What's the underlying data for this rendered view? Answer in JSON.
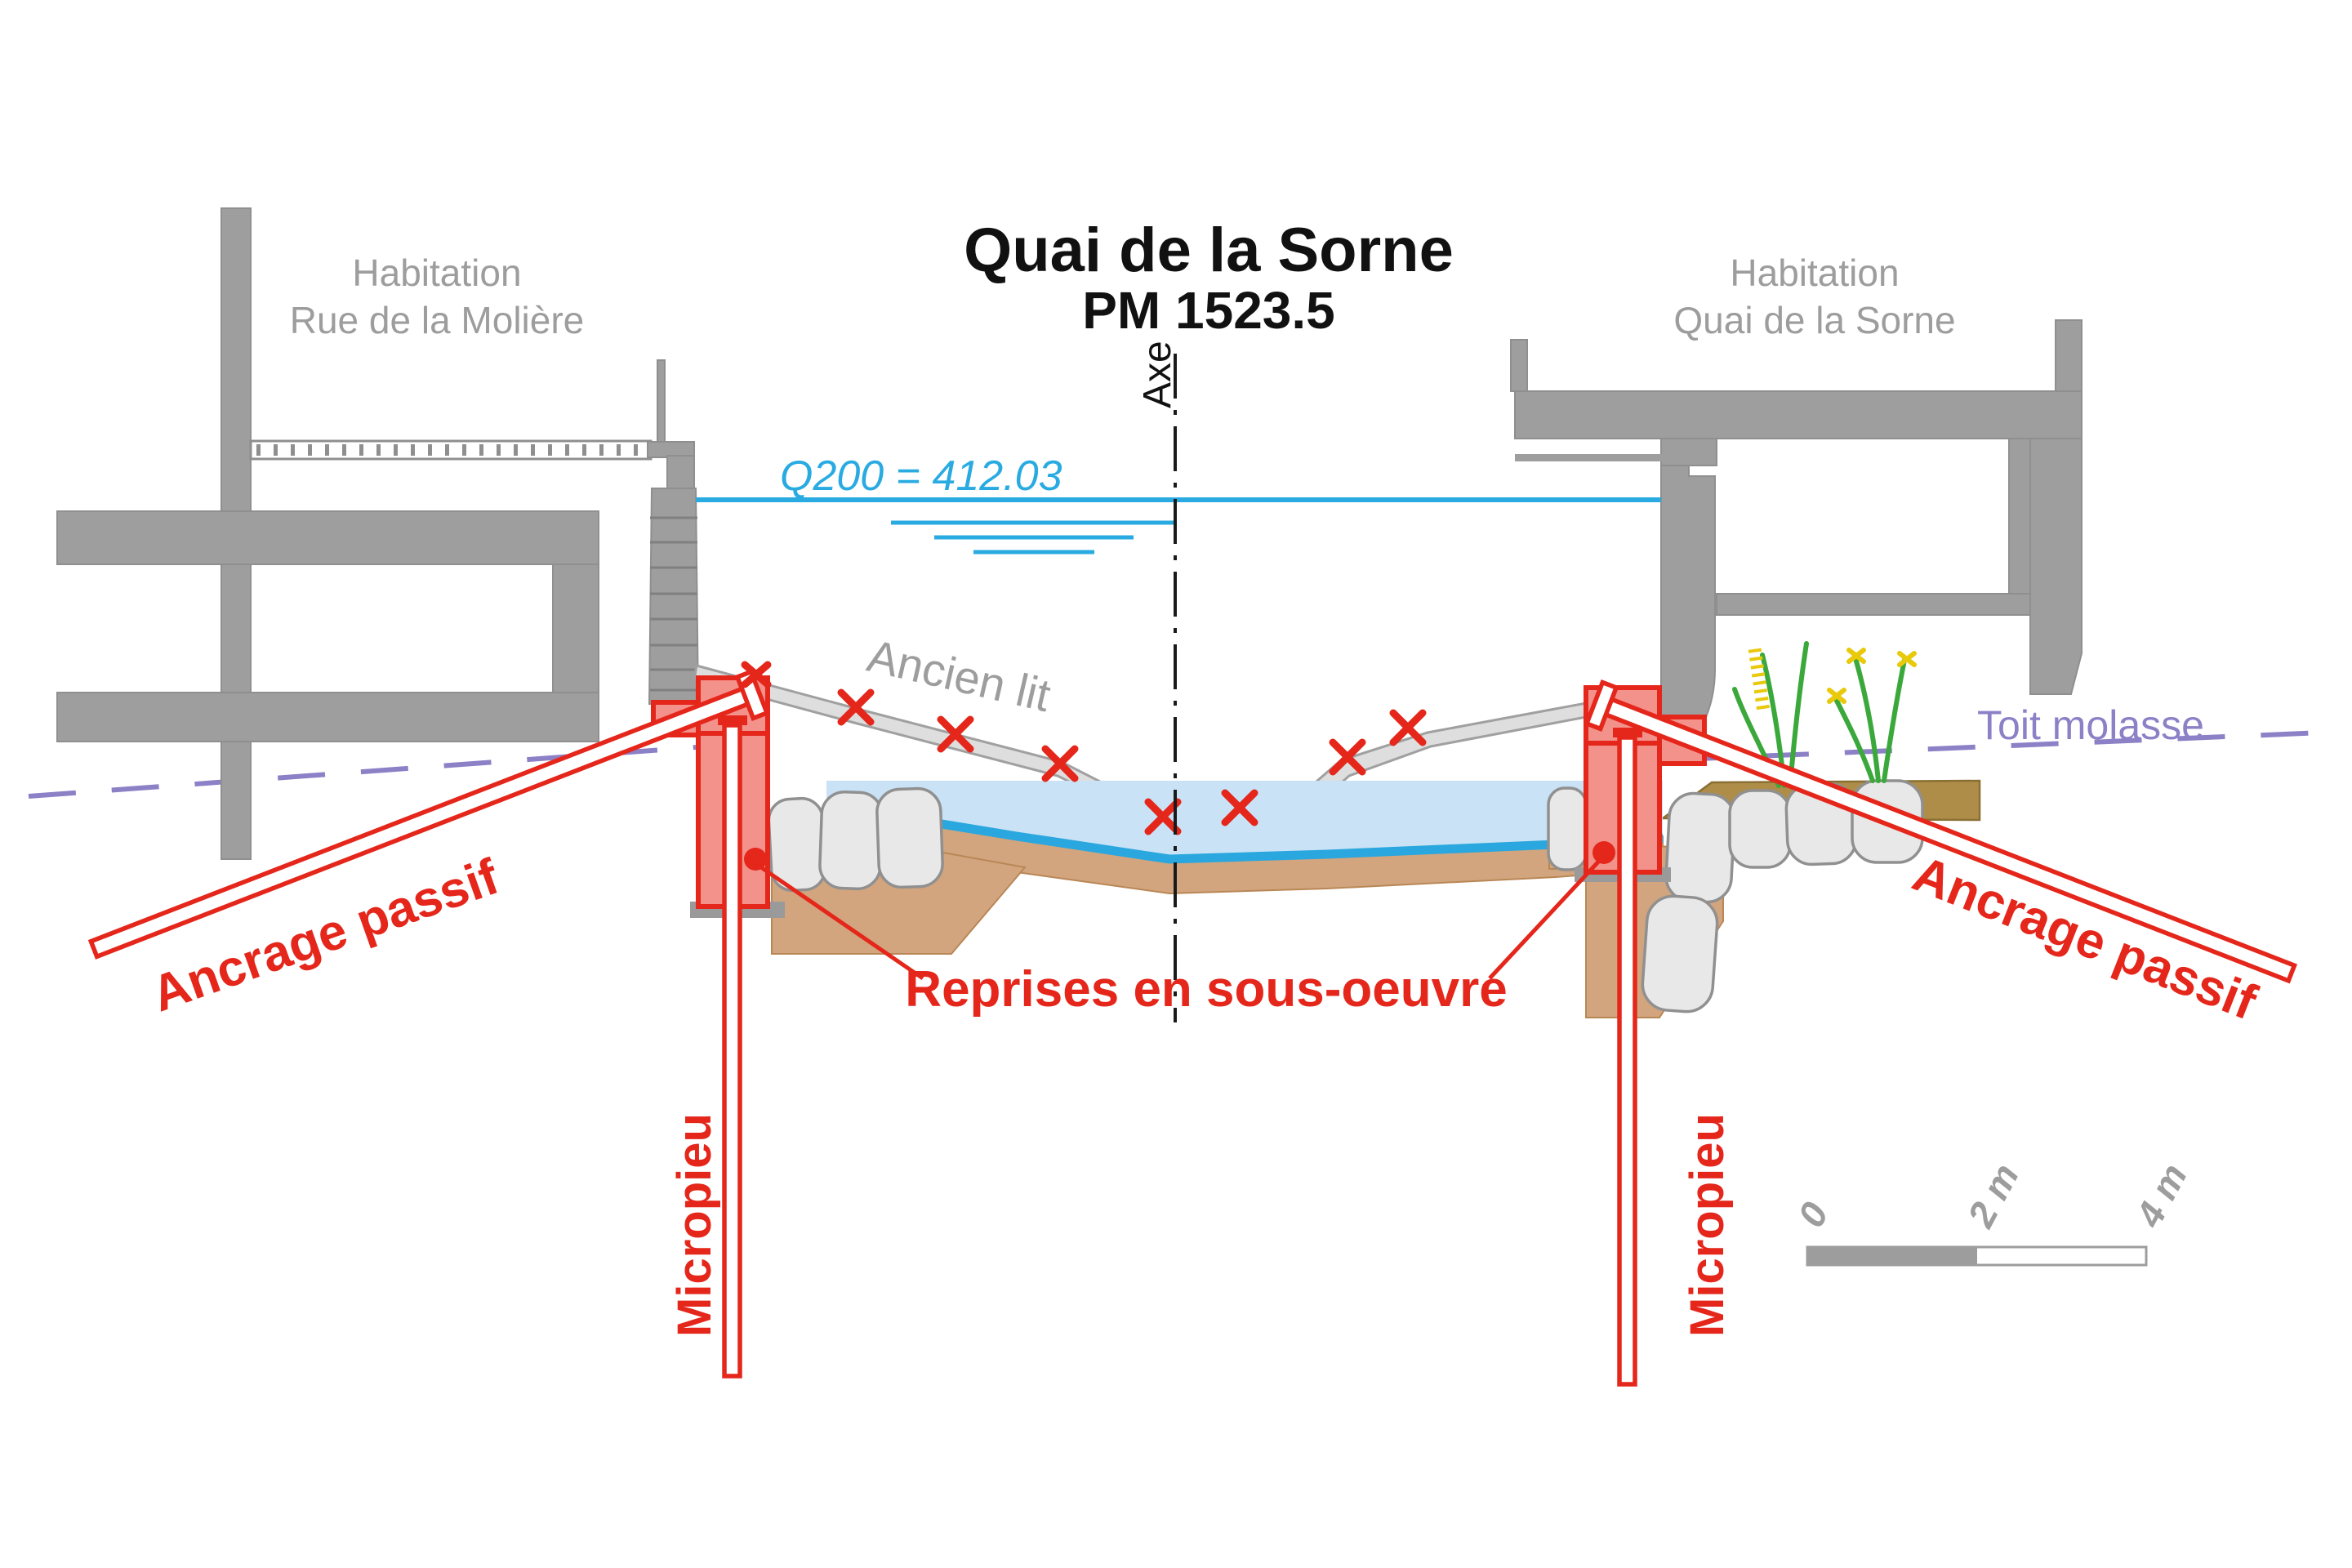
{
  "diagram": {
    "title": {
      "line1": "Quai de la Sorne",
      "line2": "PM 1523.5"
    },
    "buildings": {
      "left": {
        "line1": "Habitation",
        "line2": "Rue de la Molière"
      },
      "right": {
        "line1": "Habitation",
        "line2": "Quai de la Sorne"
      }
    },
    "water": {
      "flood_label": "Q200 = 412.03"
    },
    "axis_label": "Axe",
    "old_riverbed_label": "Ancien lit",
    "molasse_label": "Toit molasse",
    "anchors": {
      "left_label": "Ancrage passif",
      "right_label": "Ancrage passif"
    },
    "underpinning_label": "Reprises en sous-oeuvre",
    "micropiles": {
      "left_label": "Micropieu",
      "right_label": "Micropieu"
    },
    "scale_bar": {
      "t0": "0",
      "t2": "2 m",
      "t4": "4 m"
    },
    "colors": {
      "red": "#e5261b",
      "red_fill": "#f2928b",
      "cyan": "#29abe2",
      "water_fill": "#c9e2f5",
      "purple": "#8c80c6",
      "gray": "#9e9e9e",
      "old_bed_fill": "#dedede",
      "sand": "#d2a57e",
      "bench": "#ae8d48",
      "stone": "#e8e8e8",
      "plant_green": "#3ba83b",
      "flower_yellow": "#e9c90b"
    }
  }
}
